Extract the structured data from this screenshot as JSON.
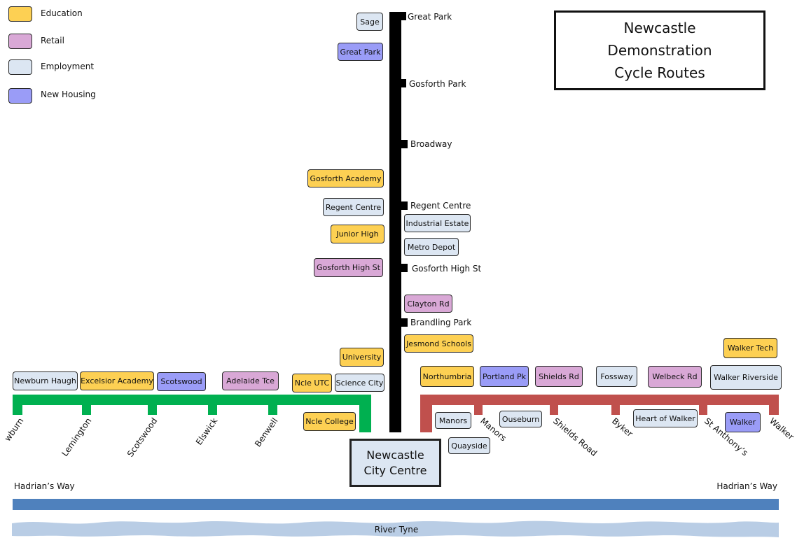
{
  "title": {
    "line1": "Newcastle",
    "line2": "Demonstration",
    "line3": "Cycle Routes"
  },
  "legend": [
    {
      "label": "Education",
      "color": "#fdd053"
    },
    {
      "label": "Retail",
      "color": "#d9a8d6"
    },
    {
      "label": "Employment",
      "color": "#dce6f2"
    },
    {
      "label": "New Housing",
      "color": "#9a9cf7"
    }
  ],
  "colors": {
    "north_route": "#000000",
    "west_route": "#00b050",
    "east_route": "#c0504d",
    "hadrians_way": "#4f81bd",
    "river": "#b9cde5"
  },
  "city_centre": {
    "line1": "Newcastle",
    "line2": "City Centre"
  },
  "north_stops": {
    "great_park": "Great Park",
    "gosforth_park": "Gosforth Park",
    "broadway": "Broadway",
    "regent_centre": "Regent Centre",
    "gosforth_high_st": "Gosforth High St",
    "brandling_park": "Brandling Park"
  },
  "west_stops": {
    "newburn": "wburn",
    "lemington": "Lemington",
    "scotswood": "Scotswood",
    "elswick": "Elswick",
    "benwell": "Benwell"
  },
  "east_stops": {
    "manors": "Manors",
    "shields_road": "Shields Road",
    "byker": "Byker",
    "st_anthonys": "St Anthony’s",
    "walker": "Walker"
  },
  "destinations": {
    "sage": "Sage",
    "great_park": "Great Park",
    "gosforth_academy": "Gosforth Academy",
    "regent_centre": "Regent Centre",
    "junior_high": "Junior High",
    "gosforth_high_st": "Gosforth High St",
    "industrial_estate": "Industrial Estate",
    "metro_depot": "Metro Depot",
    "clayton_rd": "Clayton Rd",
    "jesmond_schools": "Jesmond Schools",
    "university": "University",
    "science_city": "Science City",
    "ncle_utc": "Ncle UTC",
    "ncle_college": "Ncle College",
    "newburn_haugh": "Newburn Haugh",
    "excelsior_academy": "Excelsior Academy",
    "scotswood": "Scotswood",
    "adelaide_tce": "Adelaide Tce",
    "northumbria": "Northumbria",
    "portland_pk": "Portland Pk",
    "shields_rd": "Shields Rd",
    "fossway": "Fossway",
    "welbeck_rd": "Welbeck Rd",
    "walker_riverside": "Walker Riverside",
    "walker_tech": "Walker Tech",
    "manors": "Manors",
    "ouseburn": "Ouseburn",
    "quayside": "Quayside",
    "heart_of_walker": "Heart of Walker",
    "walker": "Walker"
  },
  "hadrians_way": {
    "left": "Hadrian’s Way",
    "right": "Hadrian’s Way"
  },
  "river": "River Tyne"
}
